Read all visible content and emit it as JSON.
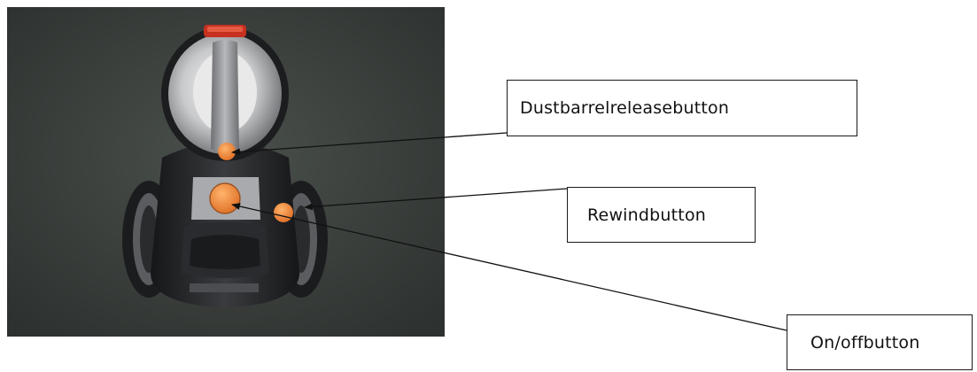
{
  "labels": {
    "dust_barrel_release": "Dustbarrelreleasebutton",
    "rewind": "Rewindbutton",
    "on_off": "On/offbutton"
  },
  "colors": {
    "backdrop": "#3a3f3c",
    "button_orange": "#f08a3c",
    "vacuum_dark": "#1e1f21",
    "vacuum_silver": "#8c8d90",
    "arrow": "#111111"
  },
  "icons": {
    "photo": "vacuum-cleaner-photo"
  }
}
